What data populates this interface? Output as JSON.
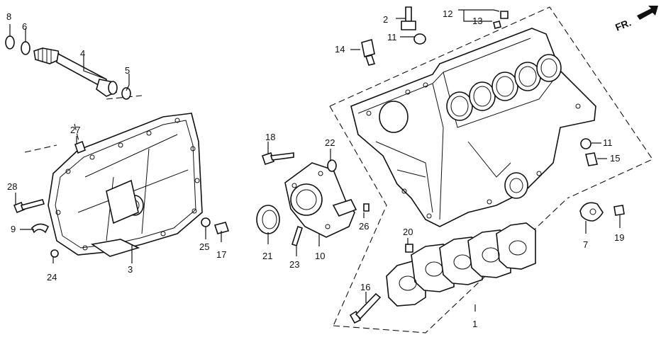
{
  "diagram": {
    "orientation_label": "FR.",
    "callouts": [
      "1",
      "2",
      "3",
      "4",
      "5",
      "6",
      "7",
      "8",
      "9",
      "10",
      "11",
      "11",
      "12",
      "13",
      "14",
      "15",
      "16",
      "17",
      "18",
      "19",
      "20",
      "21",
      "22",
      "23",
      "24",
      "25",
      "26",
      "27",
      "28"
    ]
  }
}
